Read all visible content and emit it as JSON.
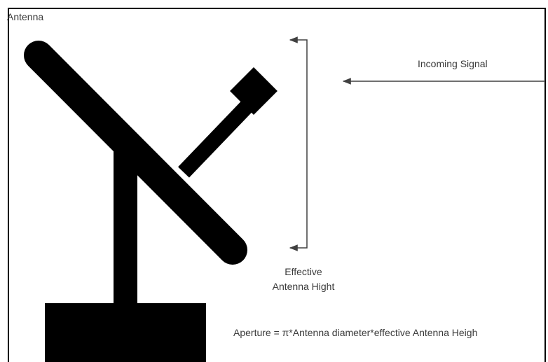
{
  "labels": {
    "title": "Antenna",
    "incoming_signal": "Incoming Signal",
    "effective_height_line1": "Effective",
    "effective_height_line2": "Antenna Hight",
    "formula": "Aperture = π*Antenna diameter*effective Antenna Heigh"
  },
  "colors": {
    "background": "#ffffff",
    "shapes": "#000000",
    "border": "#000000",
    "arrows": "#404040",
    "text": "#3a3a3a"
  }
}
